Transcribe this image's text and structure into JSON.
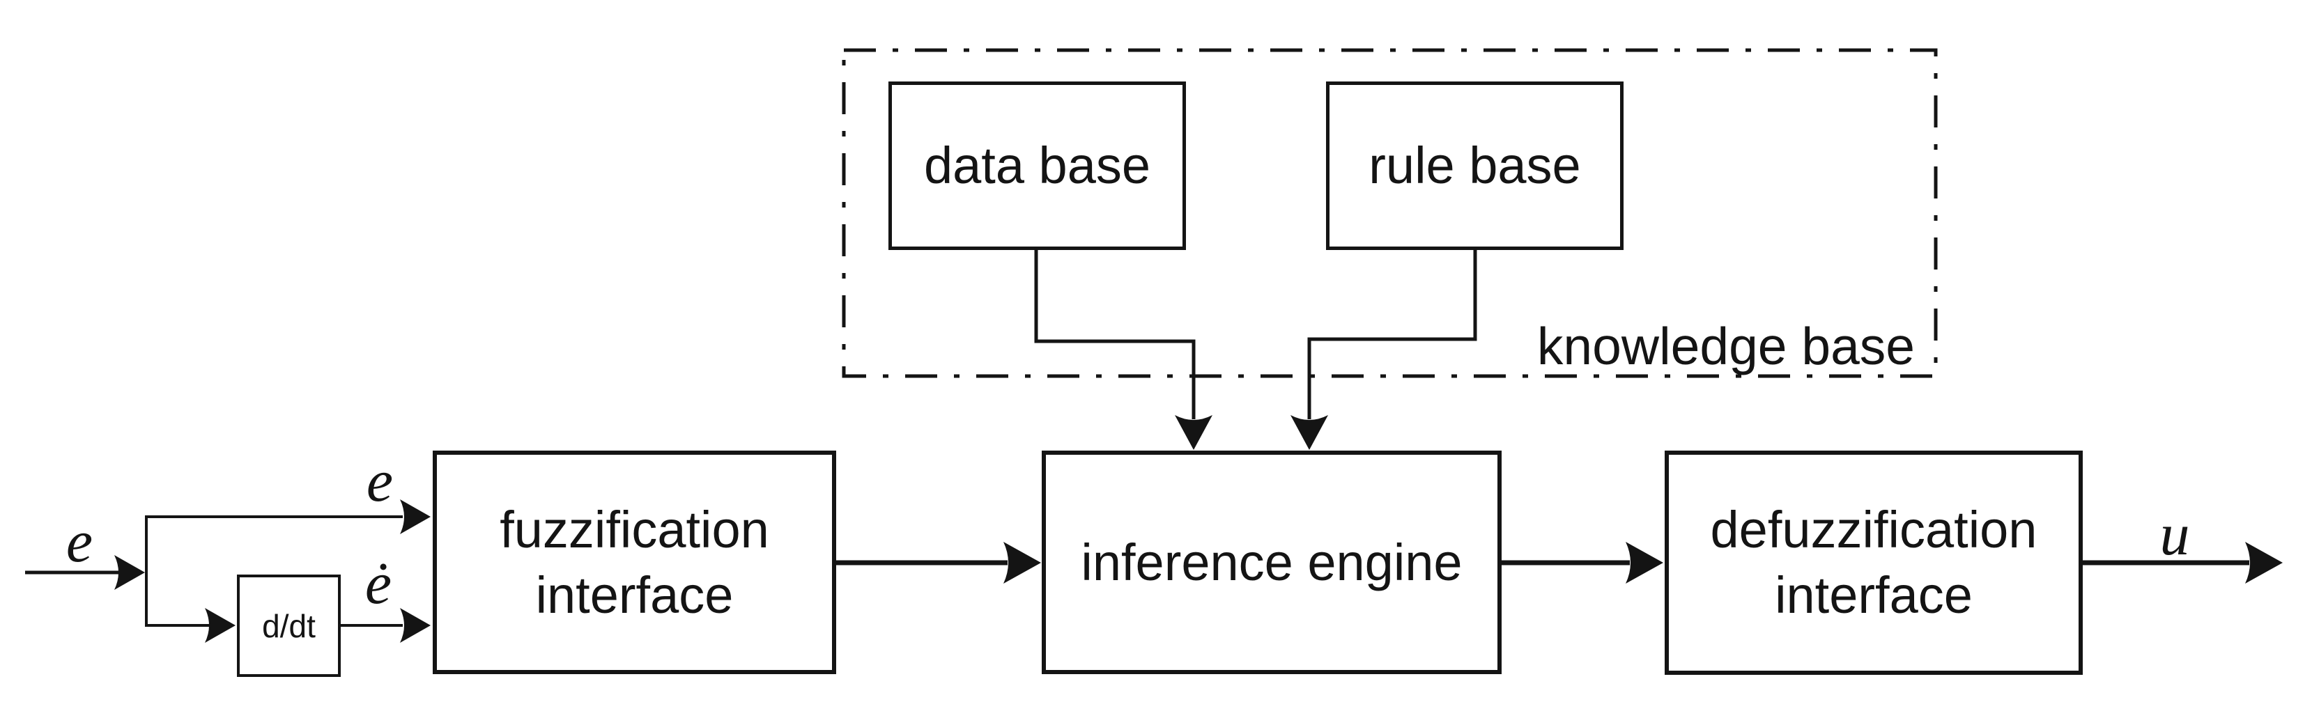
{
  "blocks": {
    "data_base": {
      "label": "data base"
    },
    "rule_base": {
      "label": "rule base"
    },
    "knowledge_base_caption": "knowledge base",
    "derivative": {
      "label": "d/dt"
    },
    "fuzzification": {
      "lines": [
        "fuzzification",
        "interface"
      ]
    },
    "inference_engine": {
      "label": "inference engine"
    },
    "defuzzification": {
      "lines": [
        "defuzzification",
        "interface"
      ]
    }
  },
  "signals": {
    "input": "e",
    "error": "e",
    "error_rate": "ė",
    "output": "u"
  },
  "colors": {
    "ink": "#141414",
    "background": "#ffffff"
  }
}
